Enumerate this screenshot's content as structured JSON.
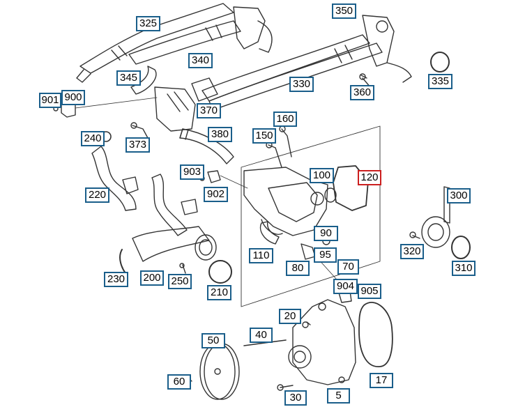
{
  "colors": {
    "callout_border": "#1a5e8a",
    "selected_border": "#cc1f1f",
    "line_art": "#333333"
  },
  "selected_callout": "120",
  "callouts": {
    "c325": "325",
    "c350": "350",
    "c340": "340",
    "c345": "345",
    "c330": "330",
    "c360": "360",
    "c335": "335",
    "c901": "901",
    "c900": "900",
    "c370": "370",
    "c160": "160",
    "c240": "240",
    "c380": "380",
    "c150": "150",
    "c373": "373",
    "c903": "903",
    "c100": "100",
    "c120": "120",
    "c220": "220",
    "c902": "902",
    "c300": "300",
    "c90": "90",
    "c320": "320",
    "c110": "110",
    "c95": "95",
    "c80": "80",
    "c70": "70",
    "c310": "310",
    "c230": "230",
    "c200": "200",
    "c250": "250",
    "c210": "210",
    "c904": "904",
    "c905": "905",
    "c20": "20",
    "c40": "40",
    "c50": "50",
    "c17": "17",
    "c60": "60",
    "c30": "30",
    "c5": "5"
  }
}
